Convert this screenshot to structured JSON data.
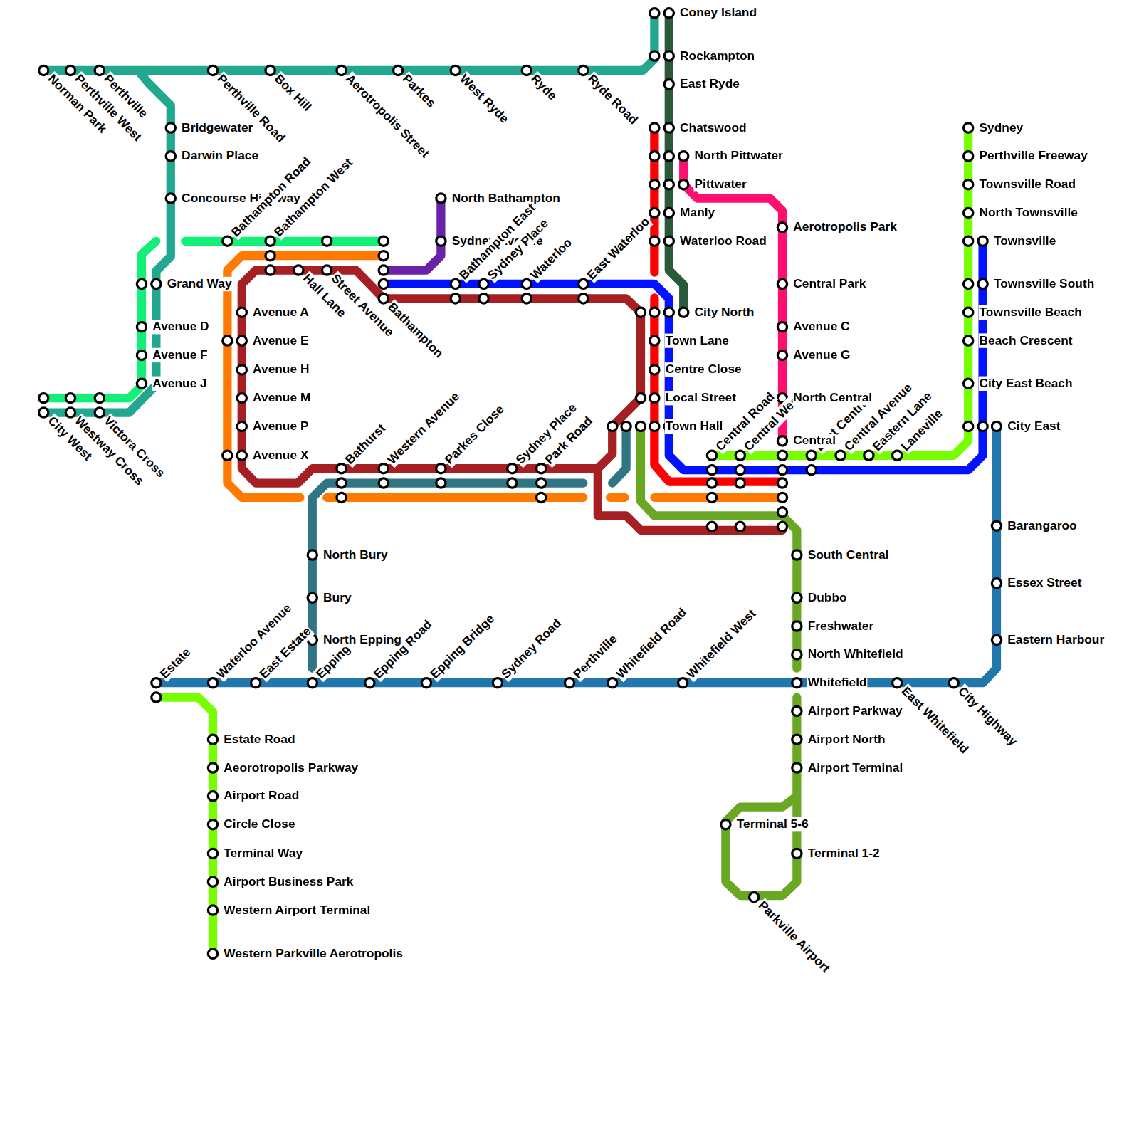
{
  "diagram": {
    "labels": [
      "Norman Park",
      "Perthville West",
      "Perthville",
      "Perthville Road",
      "Box Hill",
      "Aerotropolis Street",
      "Parkes",
      "West Ryde",
      "Ryde",
      "Ryde Road",
      "Coney Island",
      "Rockampton",
      "East Ryde",
      "Chatswood",
      "North Pittwater",
      "Pittwater",
      "Manly",
      "Waterloo Road",
      "City North",
      "Town Lane",
      "Centre Close",
      "Local Street",
      "Town Hall",
      "Bridgewater",
      "Darwin Place",
      "Concourse Highway",
      "Grand Way",
      "Avenue D",
      "Avenue F",
      "Avenue J",
      "City West",
      "Westway Cross",
      "Victora Cross",
      "Bathampton Road",
      "Bathampton West",
      "Avenue A",
      "Avenue E",
      "Avenue H",
      "Avenue M",
      "Avenue P",
      "Avenue X",
      "Hall Lane",
      "Street Avenue",
      "Bathampton",
      "North Bathampton",
      "Sydney Avenue",
      "Bathampton East",
      "Sydney Place",
      "Waterloo",
      "East Waterloo",
      "Bathurst",
      "Western Avenue",
      "Parkes Close",
      "Sydney Place",
      "Park Road",
      "Central Road",
      "Central West",
      "East Central",
      "Central Avenue",
      "Eastern Lane",
      "Laneville",
      "Aerotropolis Park",
      "Central Park",
      "Avenue C",
      "Avenue G",
      "North Central",
      "Central",
      "South Central",
      "Dubbo",
      "Freshwater",
      "North Whitefield",
      "Whitefield",
      "Airport Parkway",
      "Airport North",
      "Airport Terminal",
      "Terminal 5-6",
      "Terminal 1-2",
      "Parkville Airport",
      "Sydney",
      "Perthville Freeway",
      "Townsville Road",
      "North Townsville",
      "Townsville",
      "Townsville South",
      "Townsville Beach",
      "Beach Crescent",
      "City East Beach",
      "City East",
      "Barangaroo",
      "Essex Street",
      "Eastern Harbour",
      "Estate",
      "Waterloo Avenue",
      "East Estate",
      "Epping",
      "Epping Road",
      "Epping Bridge",
      "Sydney Road",
      "Perthville",
      "Whitefield Road",
      "Whitefield West",
      "East Whitefield",
      "City Highway",
      "North Bury",
      "Bury",
      "North Epping",
      "Estate Road",
      "Aeorotropolis Parkway",
      "Airport Road",
      "Circle Close",
      "Terminal Way",
      "Airport Business Park",
      "Western Airport Terminal",
      "Western Parkville Aerotropolis"
    ]
  }
}
